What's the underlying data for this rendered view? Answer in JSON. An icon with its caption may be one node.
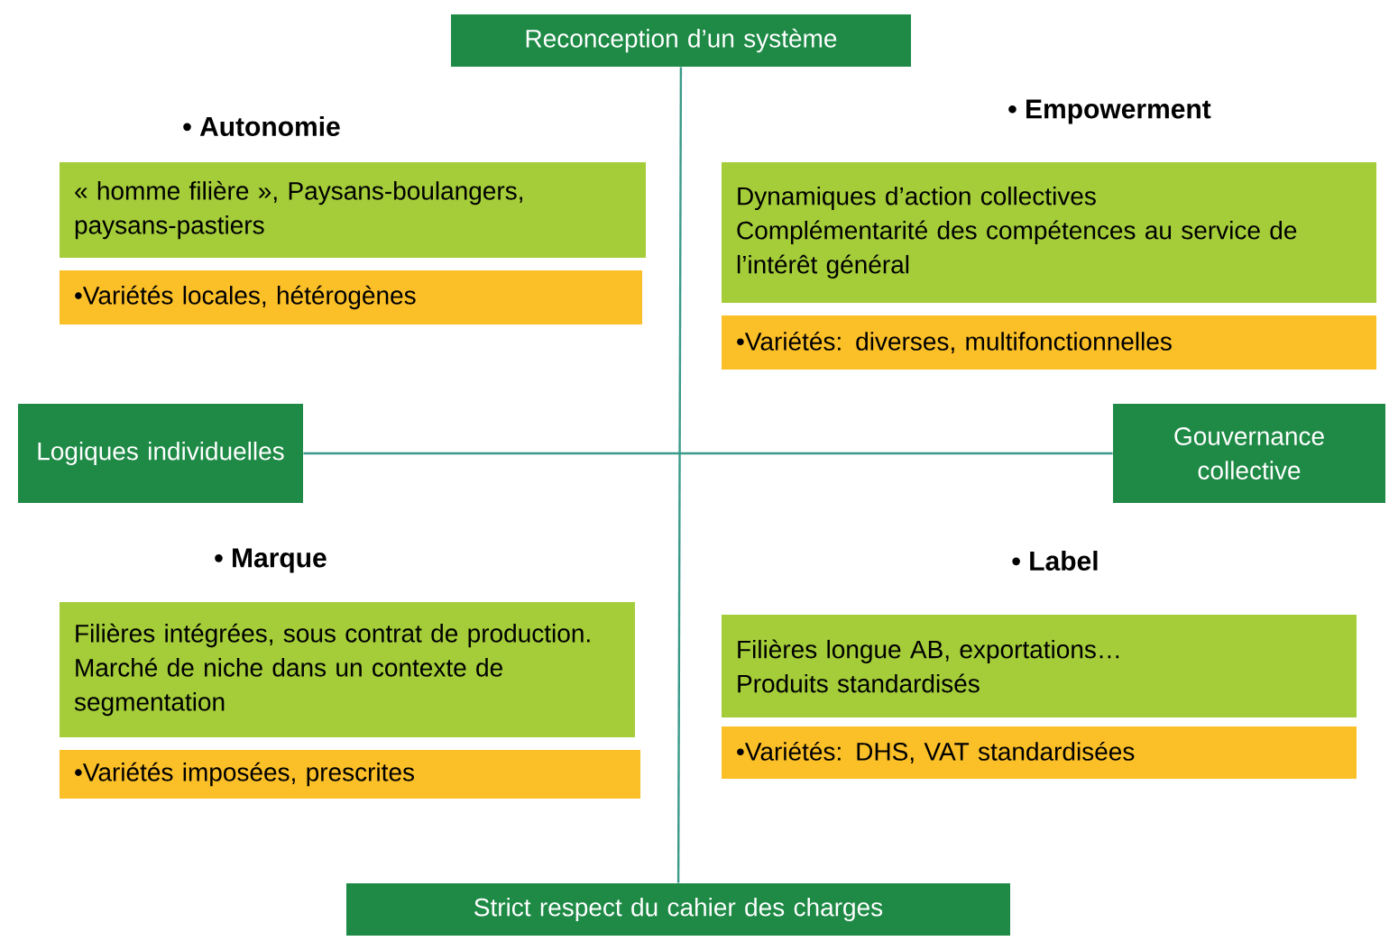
{
  "diagram": {
    "nodes": [
      {
        "text": [
          "Reconception d’un système"
        ]
      },
      {
        "text": [
          "Logiques individuelles"
        ]
      },
      {
        "text": [
          "Gouvernance collective"
        ]
      },
      {
        "text": [
          "Strict respect du cahier des charges"
        ]
      },
      {
        "text": [
          "« homme filière », Paysans-boulangers, paysans-pastiers"
        ]
      },
      {
        "text": [
          "•Variétés locales, hétérogènes"
        ]
      },
      {
        "text": [
          "Dynamiques d’action collectives",
          "Complémentarité des compétences au service de l’intérêt général"
        ]
      },
      {
        "text": [
          "•Variétés: diverses, multifonctionnelles"
        ]
      },
      {
        "text": [
          "Filières intégrées, sous contrat de production. Marché de niche dans un contexte de segmentation"
        ]
      },
      {
        "text": [
          "•Variétés imposées, prescrites"
        ]
      },
      {
        "text": [
          "Filières longue AB, exportations…",
          "Produits standardisés"
        ]
      },
      {
        "text": [
          "•Variétés: DHS, VAT standardisées"
        ]
      }
    ],
    "edges": [
      {
        "from": 0,
        "to": 3,
        "arrow": "none"
      },
      {
        "from": 1,
        "to": 2,
        "arrow": "none"
      }
    ],
    "labels": [
      "• Autonomie",
      "• Empowerment",
      "• Marque",
      "• Label"
    ]
  }
}
